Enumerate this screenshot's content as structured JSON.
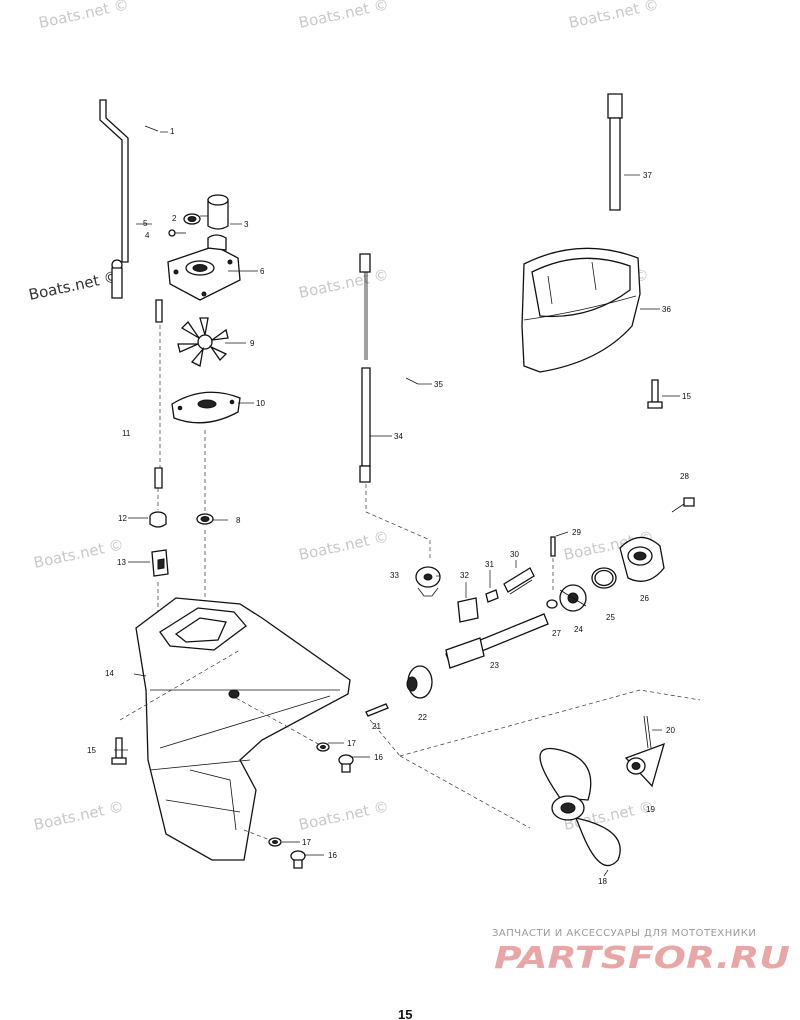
{
  "watermark": "Boats.net ©",
  "footer": {
    "subtitle": "ЗАПЧАСТИ И АКСЕССУАРЫ ДЛЯ МОТОТЕХНИКИ",
    "logo": "PARTSFOR.RU"
  },
  "page_number": "15",
  "callouts": {
    "c1": "1",
    "c2": "2",
    "c3": "3",
    "c4": "4",
    "c5": "5",
    "c6": "6",
    "c8a": "8",
    "c9": "9",
    "c10": "10",
    "c11": "11",
    "c12": "12",
    "c13": "13",
    "c14": "14",
    "c15a": "15",
    "c15b": "15",
    "c16a": "16",
    "c16b": "16",
    "c17a": "17",
    "c17b": "17",
    "c18": "18",
    "c19": "19",
    "c20": "20",
    "c21": "21",
    "c22": "22",
    "c23": "23",
    "c24": "24",
    "c25": "25",
    "c26": "26",
    "c27": "27",
    "c28": "28",
    "c29": "29",
    "c30": "30",
    "c31": "31",
    "c32": "32",
    "c33": "33",
    "c34": "34",
    "c35": "35",
    "c36": "36",
    "c37": "37"
  }
}
